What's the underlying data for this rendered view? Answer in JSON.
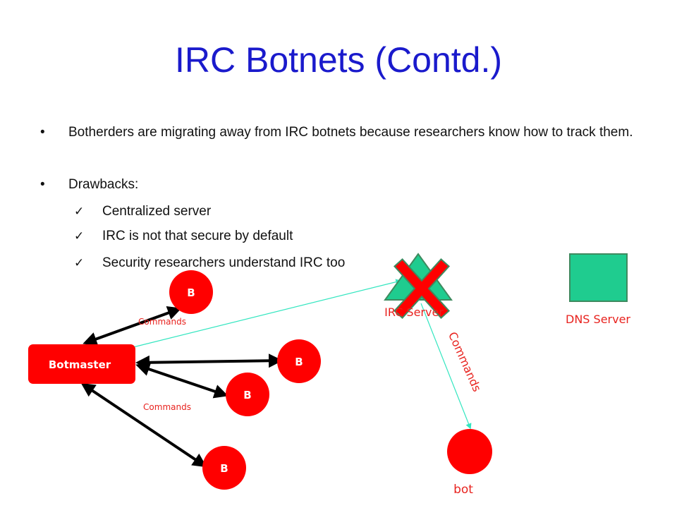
{
  "slide": {
    "title": "IRC Botnets (Contd.)",
    "bullets": [
      "Botherders are migrating away from IRC botnets because researchers know how to track them.",
      "Drawbacks:"
    ],
    "checks": [
      "Centralized server",
      "IRC is not that secure by default",
      "Security researchers understand IRC too"
    ]
  },
  "diagram": {
    "botmaster_label": "Botmaster",
    "bot_node_label": "B",
    "irc_server_label": "IRC Server",
    "dns_server_label": "DNS Server",
    "commands_label": "Commands",
    "bot_label": "bot",
    "colors": {
      "node_red": "#ff0000",
      "server_green": "#1fcc8f",
      "server_border": "#3e8a5f",
      "cross_red": "#ff0000",
      "cyan_line": "#33e6c0",
      "label_red": "#e8231f"
    }
  }
}
